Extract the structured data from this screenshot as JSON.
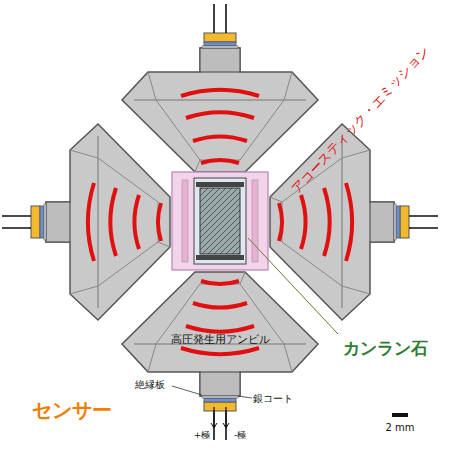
{
  "diagram": {
    "nodes": [
      {
        "text": [
          "高圧発生用アンビル"
        ]
      }
    ],
    "labels": [
      "アコースティック・エミッション",
      "カンラン石",
      "絶縁板",
      "銀コート",
      "センサー",
      "+極",
      "-極",
      "2 mm"
    ]
  }
}
